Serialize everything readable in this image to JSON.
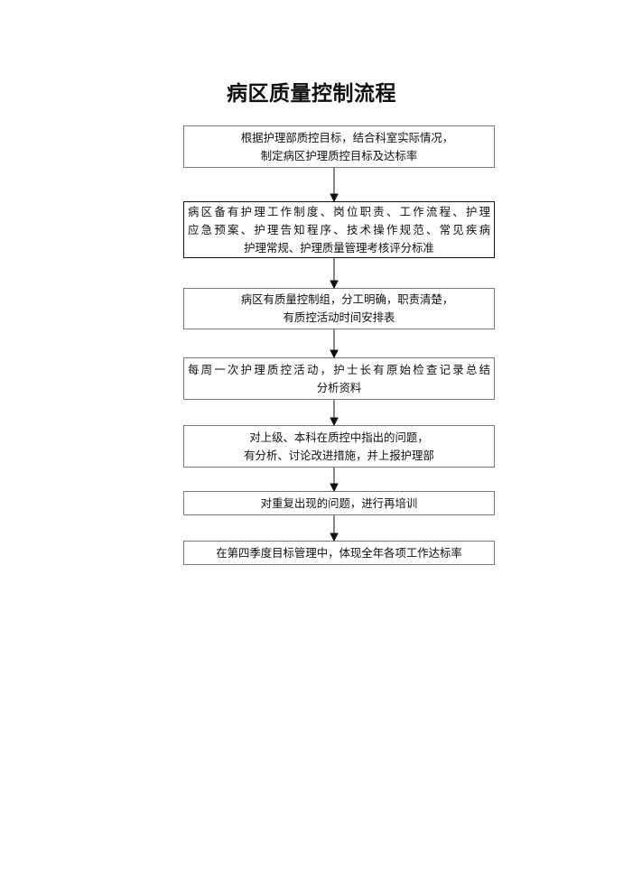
{
  "title": "病区质量控制流程",
  "steps": [
    {
      "lines": [
        "根据护理部质控目标，结合科室实际情况，",
        "制定病区护理质控目标及达标率"
      ]
    },
    {
      "lines": [
        "病区备有护理工作制度、岗位职责、工作流程、护理",
        "应急预案、护理告知程序、技术操作规范、常见疾病",
        "护理常规、护理质量管理考核评分标准"
      ]
    },
    {
      "lines": [
        "病区有质量控制组，分工明确，职责清楚，",
        "有质控活动时间安排表"
      ]
    },
    {
      "lines": [
        "每周一次护理质控活动，护士长有原始检查记录总结",
        "分析资料"
      ]
    },
    {
      "lines": [
        "对上级、本科在质控中指出的问题，",
        "有分析、讨论改进措施，并上报护理部"
      ]
    },
    {
      "lines": [
        "对重复出现的问题，进行再培训"
      ]
    },
    {
      "lines": [
        "在第四季度目标管理中，体现全年各项工作达标率"
      ]
    }
  ]
}
